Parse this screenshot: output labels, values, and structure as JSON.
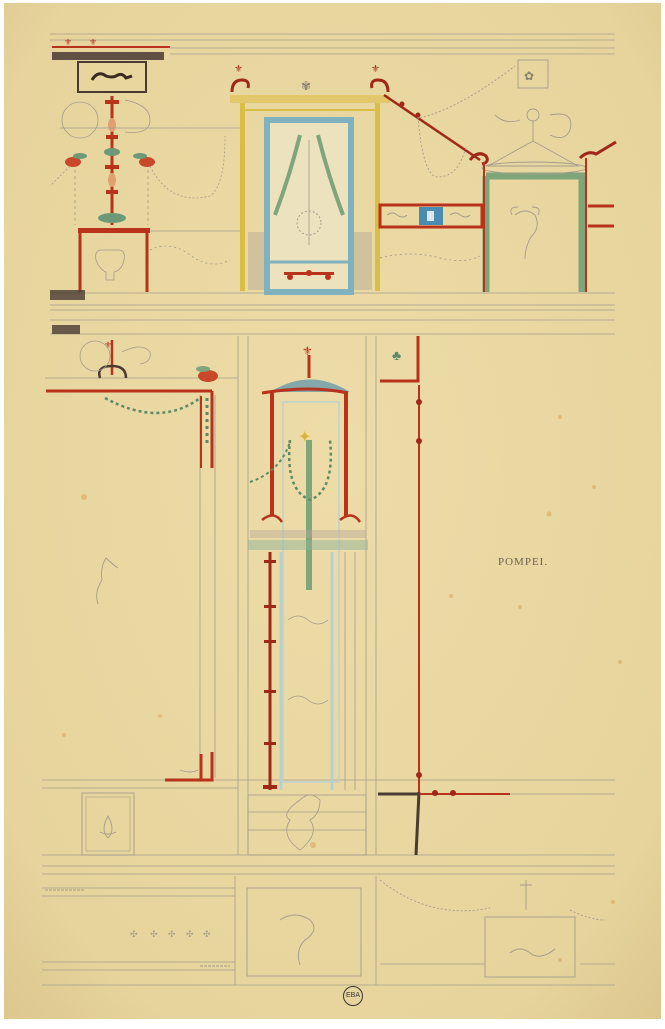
{
  "artwork": {
    "subject": "Pompeian wall decoration elevation study (watercolour and pencil)",
    "inscription": "POMPEI.",
    "stamp": "EBA"
  },
  "colors": {
    "paper": "#e9d9a4",
    "paper_edge": "#f3e7bd",
    "pencil": "#9a9384",
    "red": "#b8321c",
    "dark_brown": "#4a3a32",
    "blue": "#7fb1bf",
    "green": "#7fa57a",
    "yellow": "#d9bd45"
  },
  "registers": [
    {
      "name": "upper-zone",
      "description": "upper wall zone with aediculae, garlands, griffins and hippocamp panel"
    },
    {
      "name": "middle-zone",
      "description": "main zone with central pavilion aedicula, red candelabra and framing lines"
    },
    {
      "name": "socle-zone",
      "description": "lower dado/socle with panels, cherub relief, dolphin panel and garland"
    }
  ]
}
